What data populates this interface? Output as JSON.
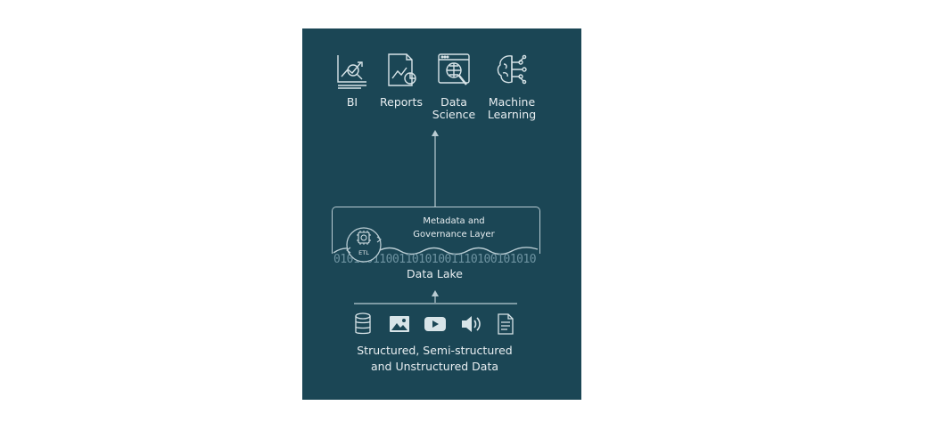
{
  "consumers": [
    {
      "label": "BI",
      "icon": "bi-chart-icon"
    },
    {
      "label": "Reports",
      "icon": "report-document-icon"
    },
    {
      "label": "Data\nScience",
      "icon": "data-science-magnifier-icon"
    },
    {
      "label": "Machine\nLearning",
      "icon": "brain-circuit-icon"
    }
  ],
  "lake": {
    "metadata_layer": "Metadata and\nGovernance Layer",
    "etl_label": "ETL",
    "binary_stream": "0101001100110101001110100101010",
    "label": "Data Lake"
  },
  "sources": {
    "icons": [
      "database-icon",
      "image-icon",
      "video-play-icon",
      "audio-speaker-icon",
      "text-document-icon"
    ],
    "label": "Structured, Semi-structured\nand Unstructured Data"
  },
  "colors": {
    "panel_bg": "#1b4655",
    "line": "#b9ccd3",
    "text": "#e8eef1"
  }
}
